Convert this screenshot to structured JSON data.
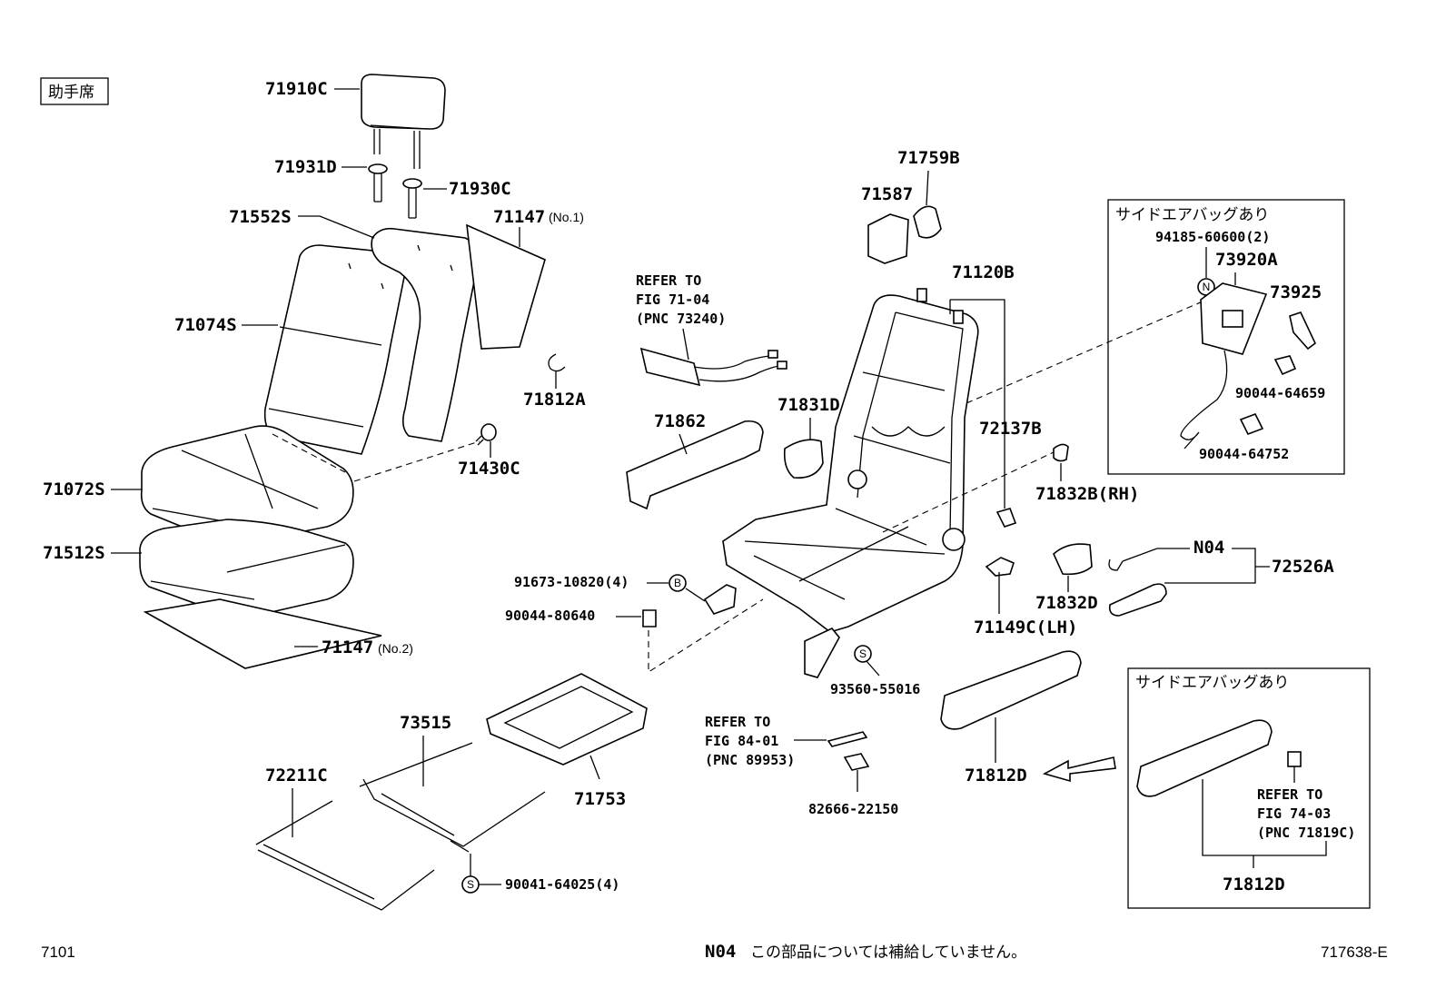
{
  "seat_position_label": "助手席",
  "parts": {
    "p71910C": "71910C",
    "p71931D": "71931D",
    "p71930C": "71930C",
    "p71552S": "71552S",
    "p71147_no1": "71147",
    "p71147_no1_suffix": "(No.1)",
    "p71074S": "71074S",
    "p71812A": "71812A",
    "p71430C": "71430C",
    "p71072S": "71072S",
    "p71512S": "71512S",
    "p71147_no2": "71147",
    "p71147_no2_suffix": "(No.2)",
    "p71862": "71862",
    "p71831D": "71831D",
    "p71587": "71587",
    "p71759B": "71759B",
    "p71120B": "71120B",
    "p72137B": "72137B",
    "p71832B": "71832B(RH)",
    "p91673": "91673-10820(4)",
    "p90044_80640": "90044-80640",
    "p71832D": "71832D",
    "p71149C": "71149C(LH)",
    "pN04": "N04",
    "p72526A": "72526A",
    "p93560": "93560-55016",
    "p71812D_main": "71812D",
    "p73515": "73515",
    "p72211C": "72211C",
    "p71753": "71753",
    "p90041": "90041-64025(4)",
    "p82666": "82666-22150",
    "p94185": "94185-60600(2)",
    "p73920A": "73920A",
    "p73925": "73925",
    "p90044_64659": "90044-64659",
    "p90044_64752": "90044-64752",
    "p71812D_box": "71812D"
  },
  "symbols": {
    "b": "B",
    "s": "S",
    "n": "N"
  },
  "refer_blocks": {
    "r1": [
      "REFER TO",
      "FIG 71-04",
      "(PNC 73240)"
    ],
    "r2": [
      "REFER TO",
      "FIG 84-01",
      "(PNC 89953)"
    ],
    "r3": [
      "REFER TO",
      "FIG 74-03",
      "(PNC 71819C)"
    ]
  },
  "side_airbag_label_1": "サイドエアバッグあり",
  "side_airbag_label_2": "サイドエアバッグあり",
  "footer": {
    "left": "7101",
    "note_code": "N04",
    "note_text": "この部品については補給していません。",
    "right": "717638-E"
  }
}
